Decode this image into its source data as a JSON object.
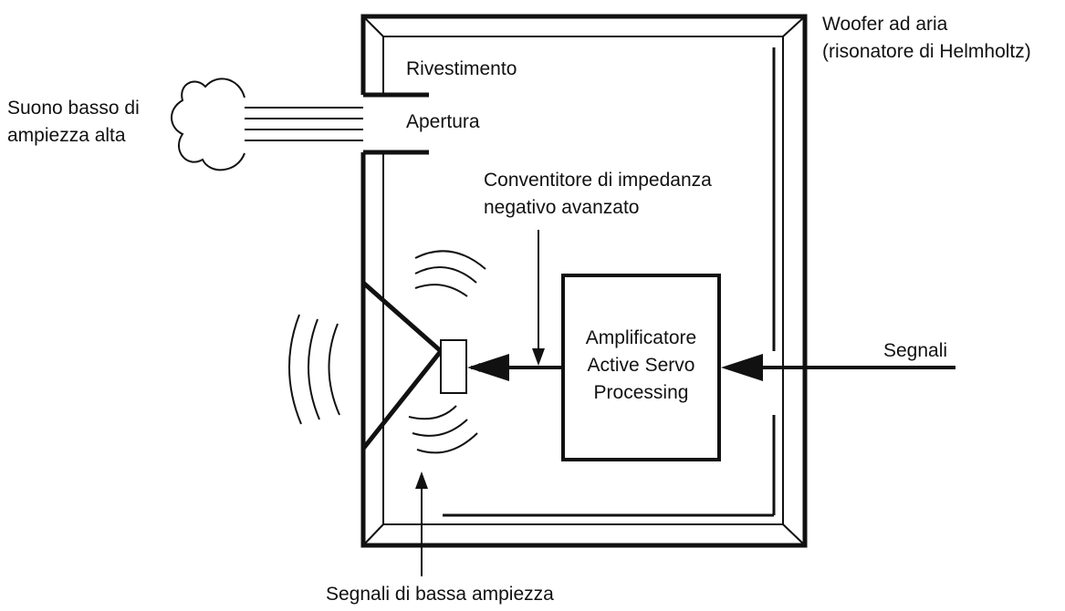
{
  "labels": {
    "woofer_line1": "Woofer ad aria",
    "woofer_line2": "(risonatore di Helmholtz)",
    "rivestimento": "Rivestimento",
    "apertura": "Apertura",
    "suono_line1": "Suono basso di",
    "suono_line2": "ampiezza alta",
    "convertitore_line1": "Conventitore di impedanza",
    "convertitore_line2": "negativo avanzato",
    "amp_line1": "Amplificatore",
    "amp_line2": "Active Servo",
    "amp_line3": "Processing",
    "segnali": "Segnali",
    "segnali_bassa": "Segnali di bassa ampiezza"
  },
  "colors": {
    "stroke": "#111111",
    "background": "#ffffff"
  }
}
